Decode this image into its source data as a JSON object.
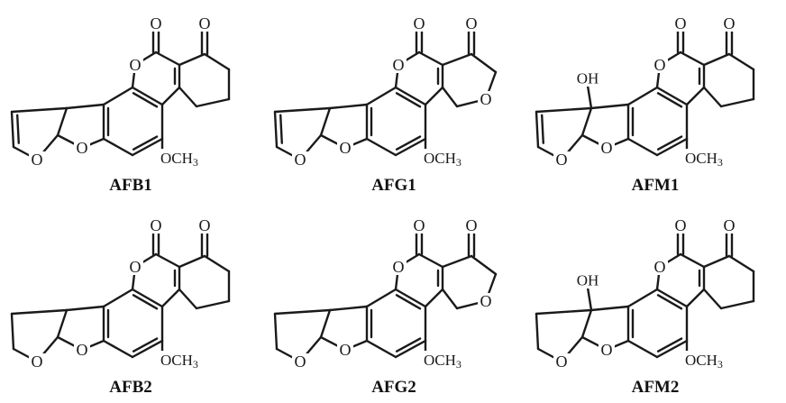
{
  "atoms": {
    "oxygen": "O",
    "hydroxyl": "OH",
    "methoxy_base": "OCH",
    "methoxy_subscript": "3"
  },
  "compounds": [
    {
      "name": "AFB1"
    },
    {
      "name": "AFG1"
    },
    {
      "name": "AFM1"
    },
    {
      "name": "AFB2"
    },
    {
      "name": "AFG2"
    },
    {
      "name": "AFM2"
    }
  ],
  "colors": {
    "ink": "#1a1a1a",
    "background": "#ffffff"
  }
}
